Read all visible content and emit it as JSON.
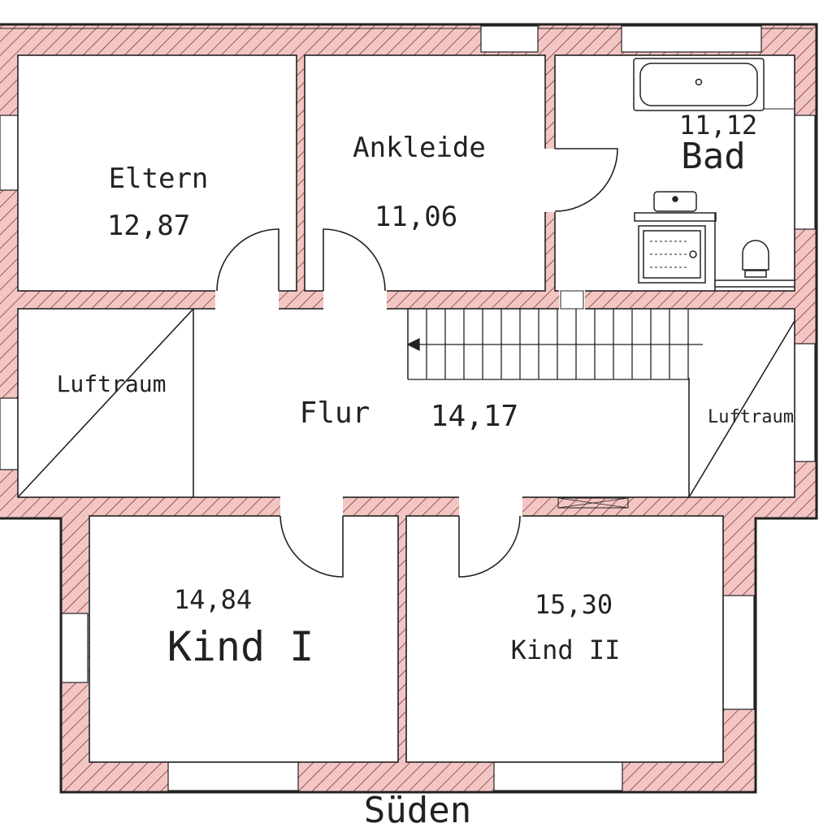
{
  "floor_plan": {
    "rooms": [
      {
        "name": "Eltern",
        "area": "12,87"
      },
      {
        "name": "Ankleide",
        "area": "11,06"
      },
      {
        "name": "Bad",
        "area": "11,12"
      },
      {
        "name": "Flur",
        "area": "14,17"
      },
      {
        "name": "Luftraum"
      },
      {
        "name": "Luftraum"
      },
      {
        "name": "Kind I",
        "area": "14,84"
      },
      {
        "name": "Kind II",
        "area": "15,30"
      }
    ],
    "orientation_label": "Süden",
    "colors": {
      "wall_fill": "#f3c6c4",
      "hatch": "#6b2a2a",
      "line": "#222222",
      "room_fill": "#ffffff"
    }
  }
}
